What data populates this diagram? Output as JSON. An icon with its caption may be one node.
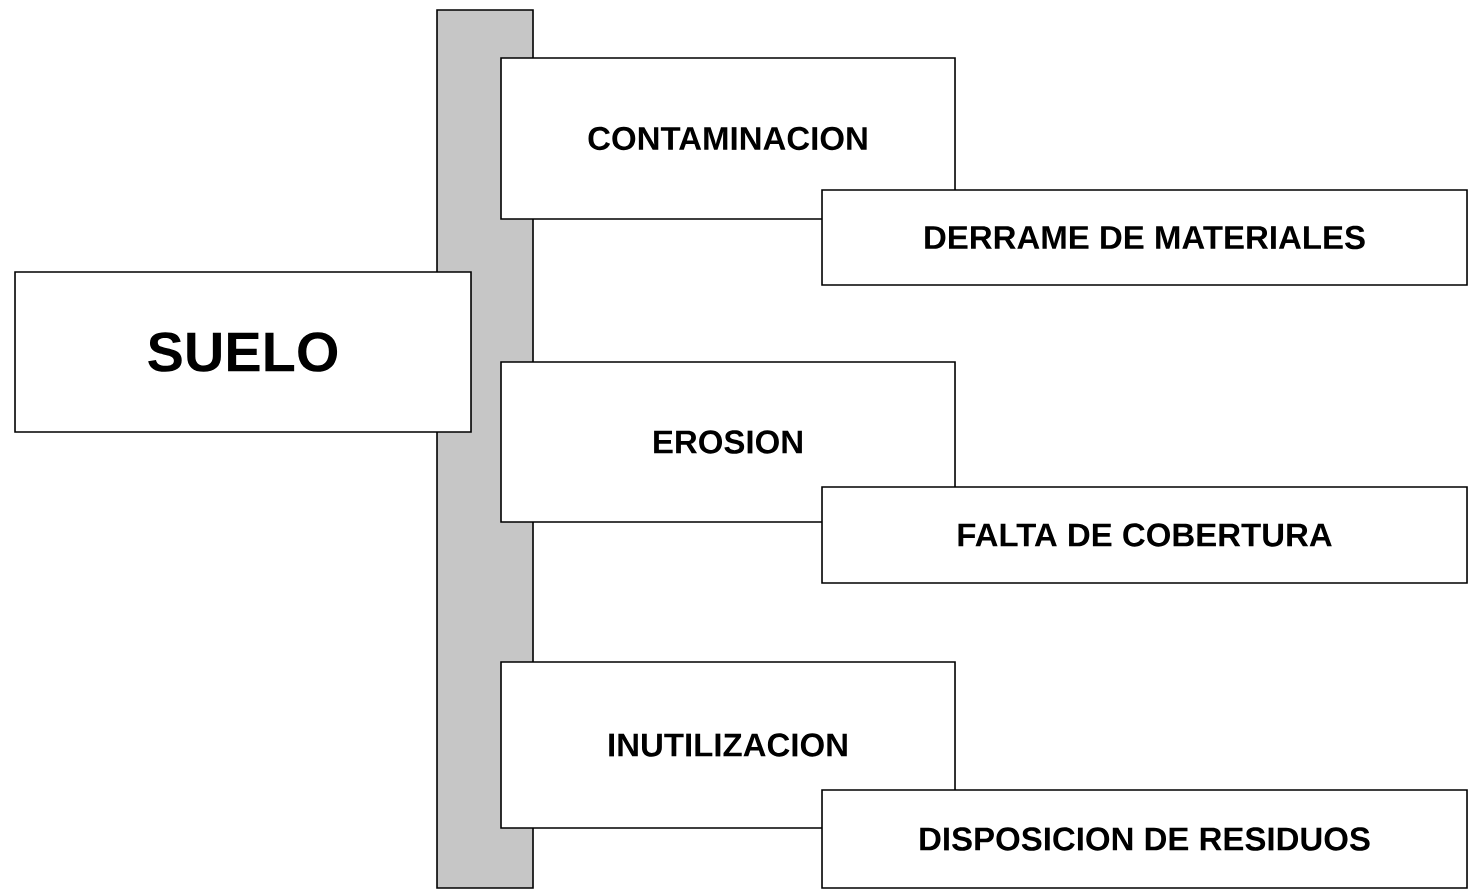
{
  "diagram": {
    "nodes": [
      {
        "text": [
          "SUELO"
        ]
      },
      {
        "text": [],
        "shape": "bar"
      },
      {
        "text": [
          "CONTAMINACION"
        ]
      },
      {
        "text": [
          "DERRAME DE MATERIALES"
        ]
      },
      {
        "text": [
          "EROSION"
        ]
      },
      {
        "text": [
          "FALTA DE COBERTURA"
        ]
      },
      {
        "text": [
          "INUTILIZACION"
        ]
      },
      {
        "text": [
          "DISPOSICION DE RESIDUOS"
        ]
      }
    ]
  }
}
